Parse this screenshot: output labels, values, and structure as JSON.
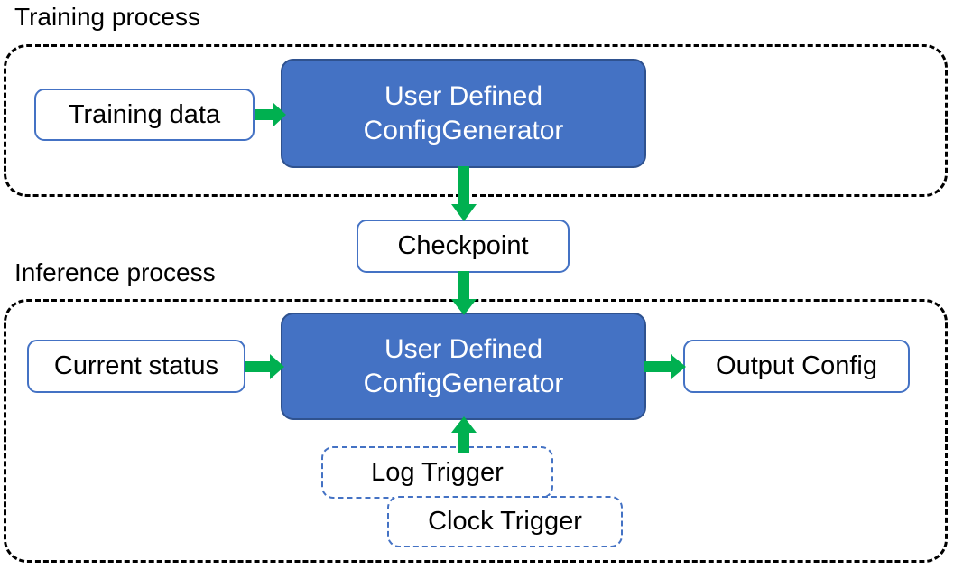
{
  "diagram": {
    "title_training": "Training process",
    "title_inference": "Inference process",
    "colors": {
      "primary_fill": "#4472C4",
      "primary_stroke": "#2F528F",
      "box_stroke": "#4472C4",
      "arrow_green": "#00B050",
      "container_stroke": "#000000",
      "text_dark": "#000000",
      "text_light": "#FFFFFF"
    },
    "training": {
      "input_node": "Training data",
      "generator_line1": "User Defined",
      "generator_line2": "ConfigGenerator"
    },
    "checkpoint": "Checkpoint",
    "inference": {
      "input_node": "Current status",
      "generator_line1": "User Defined",
      "generator_line2": "ConfigGenerator",
      "output_node": "Output Config",
      "trigger_log": "Log Trigger",
      "trigger_clock": "Clock Trigger"
    },
    "arrows": [
      {
        "name": "training-data-to-generator",
        "direction": "right"
      },
      {
        "name": "generator-to-checkpoint",
        "direction": "down"
      },
      {
        "name": "checkpoint-to-generator",
        "direction": "down"
      },
      {
        "name": "status-to-generator",
        "direction": "right"
      },
      {
        "name": "generator-to-output",
        "direction": "right"
      },
      {
        "name": "trigger-to-generator",
        "direction": "up"
      }
    ]
  }
}
